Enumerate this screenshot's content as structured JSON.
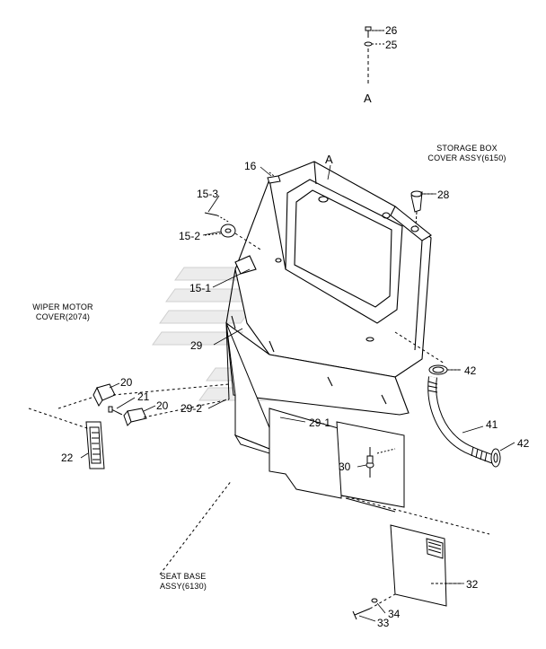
{
  "diagram": {
    "part_numbers": {
      "p26": "26",
      "p25": "25",
      "ref_a_top": "A",
      "ref_a_box": "A",
      "p16": "16",
      "p15_3": "15-3",
      "p15_2": "15-2",
      "p15_1": "15-1",
      "p28": "28",
      "p29": "29",
      "p29_2": "29-2",
      "p29_1": "29-1",
      "p20_a": "20",
      "p20_b": "20",
      "p21": "21",
      "p22": "22",
      "p42_a": "42",
      "p41": "41",
      "p42_b": "42",
      "p30": "30",
      "p32": "32",
      "p34": "34",
      "p33": "33"
    },
    "notes": {
      "storage_box_line1": "STORAGE BOX",
      "storage_box_line2": "COVER ASSY(6150)",
      "wiper_line1": "WIPER MOTOR",
      "wiper_line2": "COVER(2074)",
      "seat_line1": "SEAT BASE",
      "seat_line2": "ASSY(6130)"
    },
    "colors": {
      "line": "#000000",
      "watermark": "#d8d8d8",
      "fill": "#ffffff"
    }
  }
}
